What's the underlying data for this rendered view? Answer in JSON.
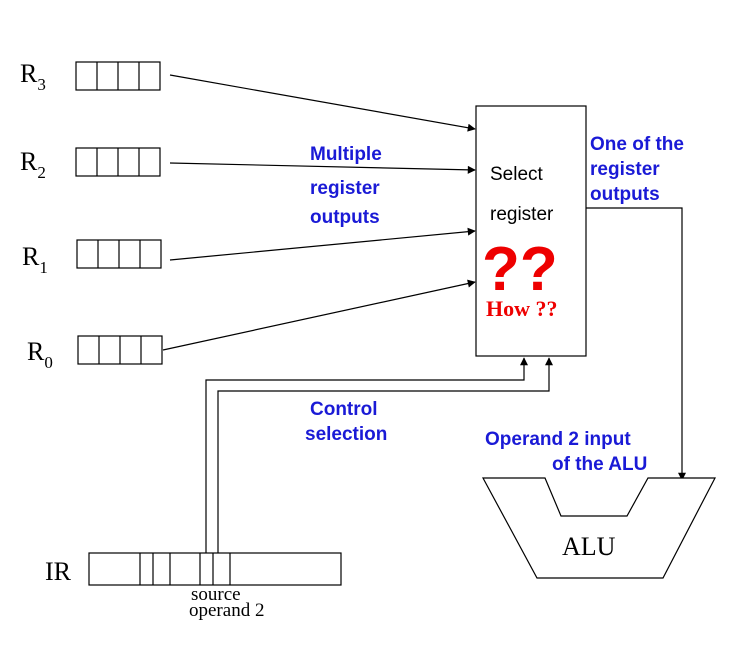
{
  "registers": [
    {
      "letter": "R",
      "index": "3"
    },
    {
      "letter": "R",
      "index": "2"
    },
    {
      "letter": "R",
      "index": "1"
    },
    {
      "letter": "R",
      "index": "0"
    }
  ],
  "annotations": {
    "multiple_outputs": [
      "Multiple",
      "register",
      "outputs"
    ],
    "one_of_outputs": [
      "One of the",
      "register",
      "outputs"
    ],
    "control_selection": [
      "Control",
      "selection"
    ],
    "operand_input": [
      "Operand 2 input",
      "of the ALU"
    ]
  },
  "select_box": {
    "line1": "Select",
    "line2": "register",
    "question": "??",
    "how": "How ??"
  },
  "alu_label": "ALU",
  "ir": {
    "label": "IR",
    "field_label": [
      "source",
      "operand 2"
    ]
  },
  "colors": {
    "annotation": "#1a1ad6",
    "question": "#ee0000",
    "line": "#000000"
  }
}
